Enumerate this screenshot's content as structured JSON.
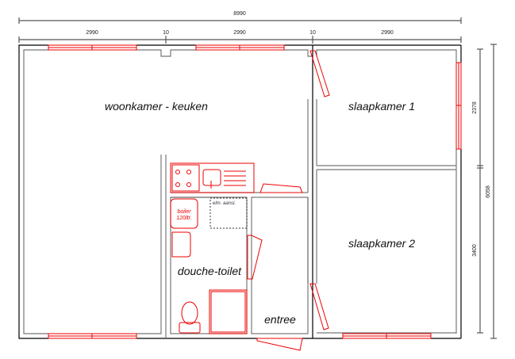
{
  "dimensions": {
    "total_width": "8990",
    "segments": [
      "2990",
      "10",
      "2990",
      "10",
      "2990"
    ],
    "right_upper": "2378",
    "right_lower": "3400",
    "total_depth": "6058"
  },
  "rooms": {
    "living": "woonkamer - keuken",
    "bedroom1": "slaapkamer 1",
    "bedroom2": "slaapkamer 2",
    "bathroom": "douche-toilet",
    "entrance": "entree"
  },
  "fixtures": {
    "boiler_line1": "boiler",
    "boiler_line2": "120ltr.",
    "electrical": "elm. aansl."
  },
  "colors": {
    "walls": "#000000",
    "fixtures": "#ee0000"
  }
}
